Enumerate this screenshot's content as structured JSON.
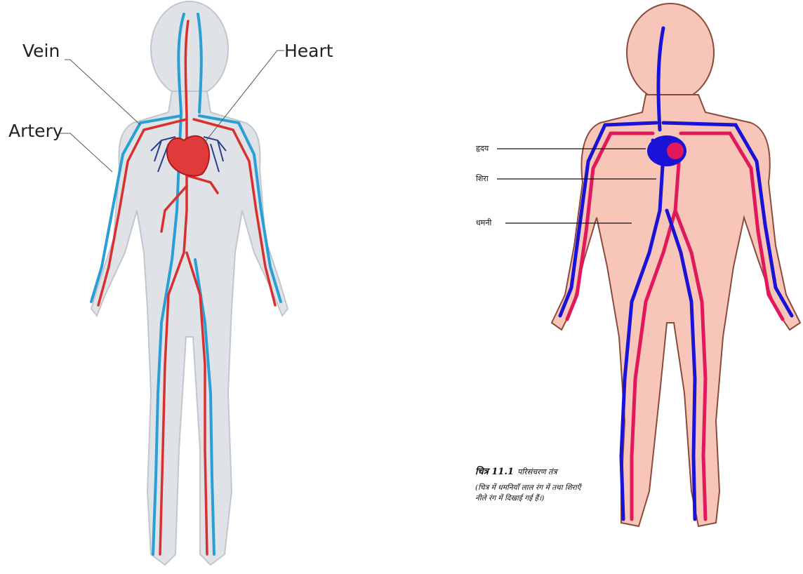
{
  "left_diagram": {
    "labels": {
      "vein": "Vein",
      "heart": "Heart",
      "artery": "Artery"
    },
    "colors": {
      "artery": "#d8302e",
      "vein": "#2a9fd6",
      "body": "#d9dde2",
      "heart": "#e03a3a"
    }
  },
  "right_diagram": {
    "labels": {
      "heart": "हृदय",
      "vein": "शिरा",
      "artery": "धमनी"
    },
    "caption": {
      "figure_number": "चित्र 11.1",
      "title": "परिसंचरण तंत्र",
      "note": "(चित्र में धमनियाँ लाल रंग में तथा शिराएँ नीले रंग में दिखाई गई हैं।)"
    },
    "colors": {
      "artery": "#e0195b",
      "vein": "#1a12d6",
      "skin": "#f8c6b8"
    }
  }
}
